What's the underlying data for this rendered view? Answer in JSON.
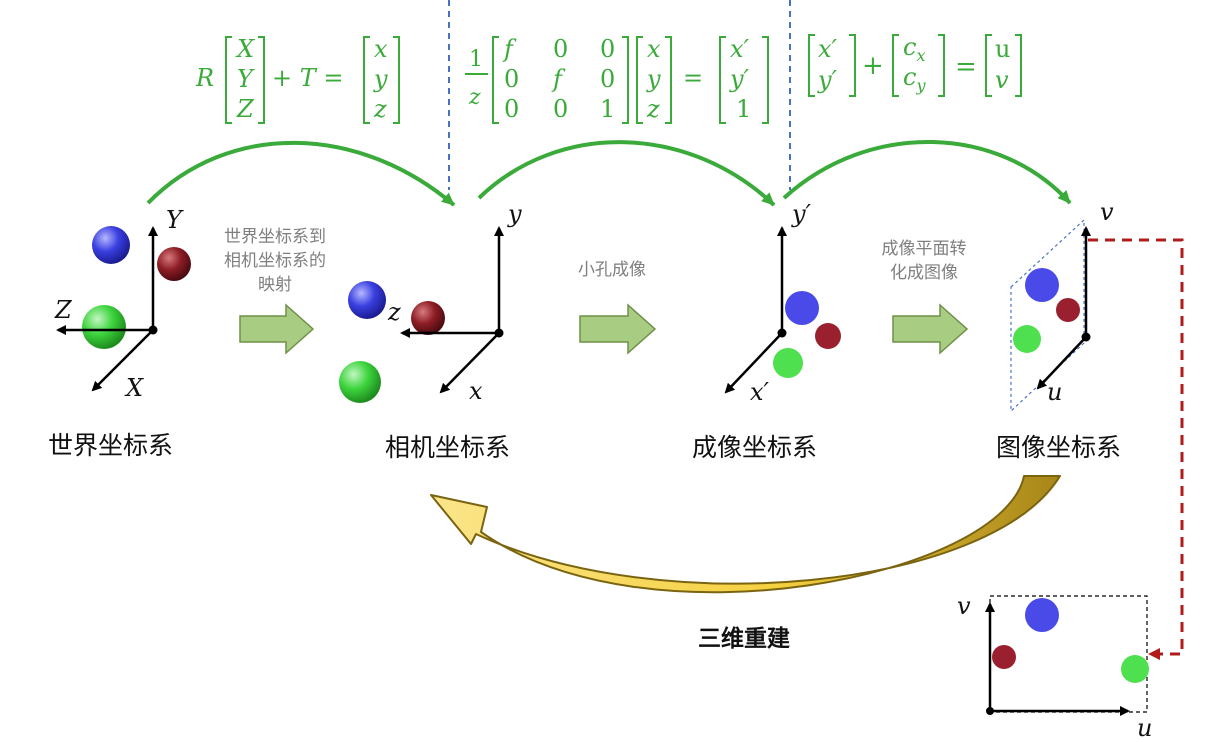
{
  "equations": {
    "world_to_camera": {
      "R": "R",
      "X": "X",
      "Y": "Y",
      "Z": "Z",
      "plus_T": "+ T =",
      "x": "x",
      "y": "y",
      "z": "z"
    },
    "pinhole": {
      "frac_num": "1",
      "frac_den": "z",
      "m": [
        "f",
        "0",
        "0",
        "0",
        "f",
        "0",
        "0",
        "0",
        "1"
      ],
      "vec": [
        "x",
        "y",
        "z"
      ],
      "eq": "=",
      "res": [
        "x′",
        "y′",
        "1"
      ]
    },
    "plane_to_image": {
      "v1": [
        "x′",
        "y′"
      ],
      "plus": "+",
      "c": [
        "c",
        "c"
      ],
      "csub": [
        "x",
        "y"
      ],
      "eq": "=",
      "uv": [
        "u",
        "v"
      ]
    }
  },
  "systems": {
    "world": {
      "title": "世界坐标系",
      "axes": [
        "Y",
        "Z",
        "X"
      ]
    },
    "camera": {
      "title": "相机坐标系",
      "axes": [
        "y",
        "z",
        "x"
      ]
    },
    "imaging": {
      "title": "成像坐标系",
      "axes": [
        "y′",
        "x′"
      ]
    },
    "image": {
      "title": "图像坐标系",
      "axes": [
        "v",
        "u"
      ]
    }
  },
  "steps": {
    "step1": [
      "世界坐标系到",
      "相机坐标系的",
      "映射"
    ],
    "step2": [
      "小孔成像"
    ],
    "step3": [
      "成像平面转",
      "化成图像"
    ]
  },
  "reconstruction": "三维重建",
  "inset": {
    "axes": [
      "v",
      "u"
    ]
  },
  "colors": {
    "equation_green": "#3aaa3a",
    "dashed_blue": "#4a72c4",
    "dashed_red": "#b01c1c",
    "arrow_fill_green": "#a8cc82",
    "arrow_edge_green": "#6f9048",
    "recon_yellow": "#f5d040",
    "recon_edge": "#7a6410",
    "ball_blue": "#3a3fe0",
    "ball_red": "#8e1e26",
    "ball_green": "#3dd43d"
  }
}
